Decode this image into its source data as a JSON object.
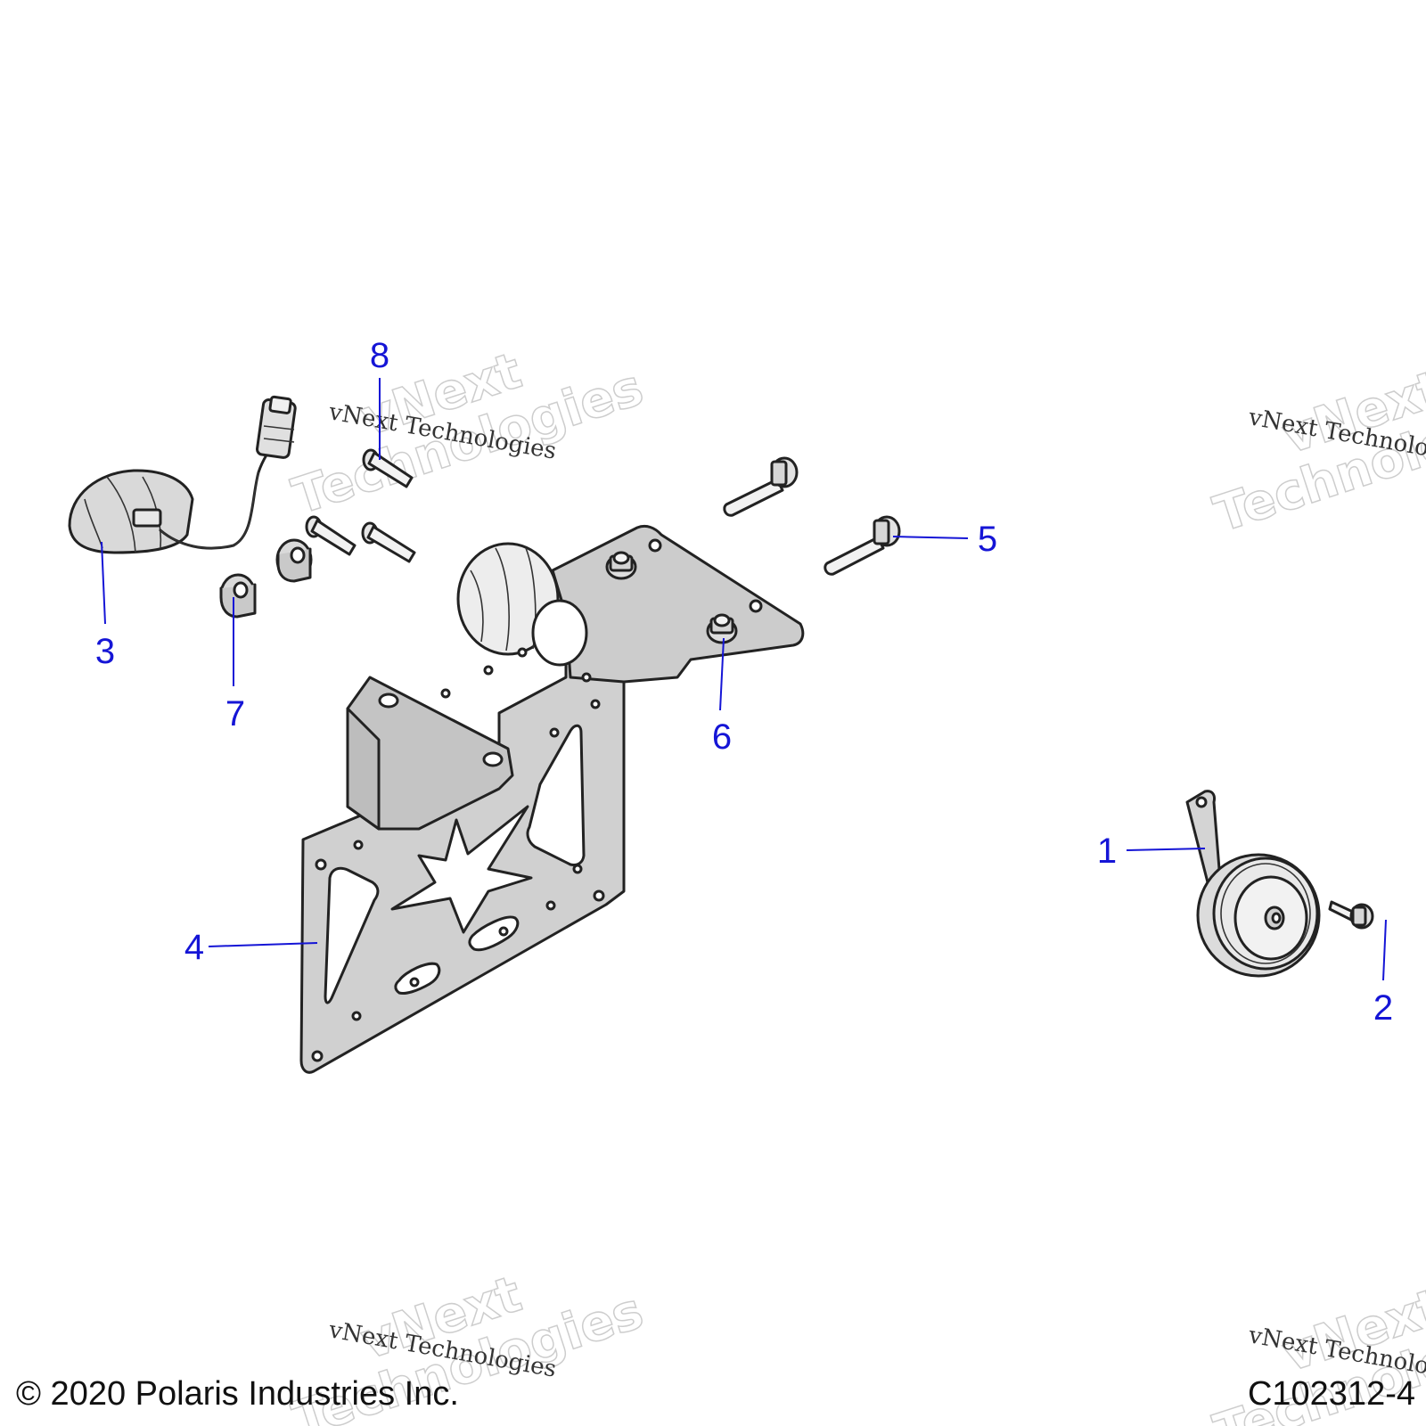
{
  "diagram": {
    "callouts": [
      {
        "id": "1",
        "label": "1"
      },
      {
        "id": "2",
        "label": "2"
      },
      {
        "id": "3",
        "label": "3"
      },
      {
        "id": "4",
        "label": "4"
      },
      {
        "id": "5",
        "label": "5"
      },
      {
        "id": "6",
        "label": "6"
      },
      {
        "id": "7",
        "label": "7"
      },
      {
        "id": "8",
        "label": "8"
      }
    ],
    "watermark": {
      "line_small": "vNext Technologies",
      "line_big_1": "vNext",
      "line_big_2": "Technologies"
    },
    "watermark_cut": {
      "line_small": "vNext Technolo",
      "line_big_1": "vNext",
      "line_big_2": "Technolo"
    },
    "footer": {
      "copyright": "© 2020 Polaris Industries Inc.",
      "figure_code": "C102312-4"
    },
    "colors": {
      "callout": "#1515d6",
      "part_fill": "#d2d2d2",
      "line": "#222222"
    }
  }
}
